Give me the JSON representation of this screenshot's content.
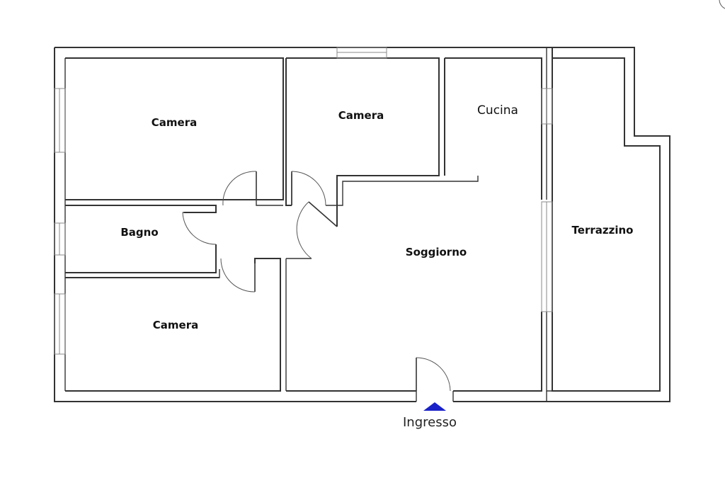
{
  "plan": {
    "rooms": {
      "camera_top_left": "Camera",
      "camera_top_center": "Camera",
      "cucina": "Cucina",
      "bagno": "Bagno",
      "soggiorno": "Soggiorno",
      "camera_bottom_left": "Camera",
      "terrazzino": "Terrazzino"
    },
    "entrance": {
      "label": "Ingresso"
    },
    "colors": {
      "wall": "#333333",
      "entrance_marker": "#1a22c8",
      "background": "#ffffff"
    }
  }
}
